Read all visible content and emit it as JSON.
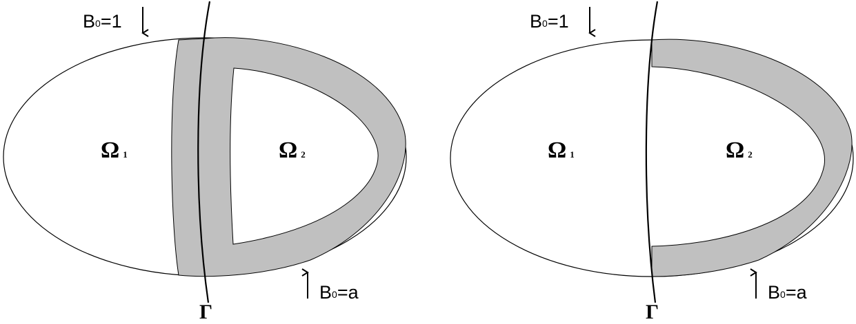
{
  "colors": {
    "background": "#ffffff",
    "outline": "#000000",
    "shaded_region": "#c0c0c0"
  },
  "panels": [
    {
      "top_label": {
        "main": "B",
        "sub": "0",
        "rest": "=1"
      },
      "bottom_label": {
        "main": "B",
        "sub": "0",
        "rest": "=a"
      },
      "region1_label": {
        "main": "Ω",
        "sub": "1"
      },
      "region2_label": {
        "main": "Ω",
        "sub": "2"
      },
      "interface_label": "Γ"
    },
    {
      "top_label": {
        "main": "B",
        "sub": "0",
        "rest": "=1"
      },
      "bottom_label": {
        "main": "B",
        "sub": "0",
        "rest": "=a"
      },
      "region1_label": {
        "main": "Ω",
        "sub": "1"
      },
      "region2_label": {
        "main": "Ω",
        "sub": "2"
      },
      "interface_label": "Γ"
    }
  ]
}
